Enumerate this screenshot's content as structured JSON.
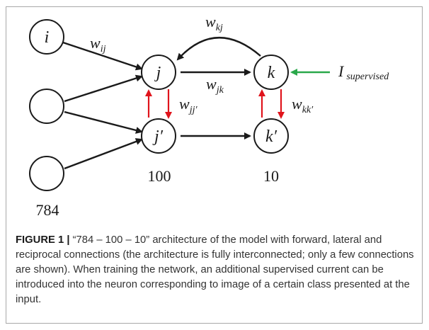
{
  "figure": {
    "nodes": {
      "i": "i",
      "j": "j",
      "j_prime": "j′",
      "k": "k",
      "k_prime": "k′"
    },
    "weights": {
      "wij": {
        "base": "w",
        "sub": "ij"
      },
      "wkj": {
        "base": "w",
        "sub": "kj"
      },
      "wjk": {
        "base": "w",
        "sub": "jk"
      },
      "wjj": {
        "base": "w",
        "sub": "jj′"
      },
      "wkk": {
        "base": "w",
        "sub": "kk′"
      }
    },
    "supervised": {
      "base": "I",
      "sub": "supervised"
    },
    "layer_counts": {
      "input": "784",
      "hidden": "100",
      "output": "10"
    }
  },
  "caption": {
    "label": "FIGURE 1 |",
    "text": " “784 – 100 – 10” architecture of the model with forward, lateral and reciprocal connections (the architecture is fully interconnected; only a few connections are shown). When training the network, an additional supervised current can be introduced into the neuron corresponding to image of a certain class presented at the input."
  },
  "colors": {
    "reciprocal_arrows": "#e0141c",
    "supervised_arrow": "#2aa84a",
    "frame_border": "#a8a8a8",
    "text": "#1a1a1a"
  }
}
